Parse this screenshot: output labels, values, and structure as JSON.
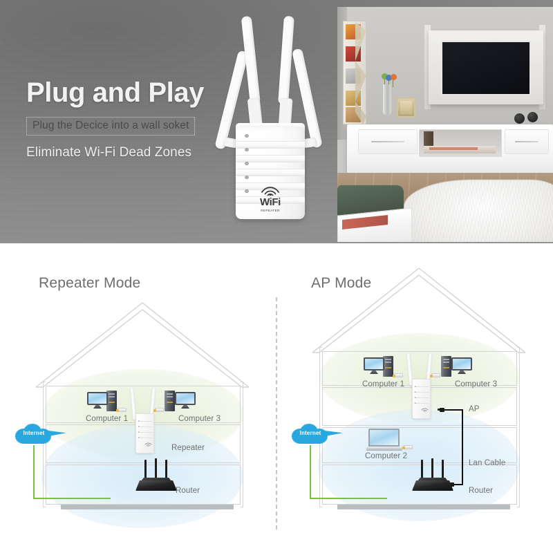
{
  "banner": {
    "headline": "Plug and Play",
    "subtitle": "Plug the Decice into a wall soket",
    "tagline": "Eliminate Wi-Fi Dead Zones",
    "bg_color": "#7a7a7a",
    "headline_color": "#f2f2f2",
    "subtitle_color": "#4a4a4a"
  },
  "device": {
    "brand_line_1": "WiFi",
    "brand_line_2": "REPEATER",
    "antenna_count": 4,
    "led_count": 5,
    "body_color": "#ffffff"
  },
  "photo": {
    "scene_name": "living-room-photo",
    "items": [
      "wall-mounted-tv",
      "white-tv-console",
      "shag-rug",
      "green-sofa",
      "flower-vase",
      "picture-frame",
      "headphones",
      "magazine-shelf"
    ]
  },
  "diagrams": [
    {
      "id": "repeater-mode",
      "title": "Repeater Mode",
      "internet_label": "Internet",
      "devices": [
        {
          "name": "computer-1",
          "label": "Computer 1",
          "type": "desktop"
        },
        {
          "name": "computer-3",
          "label": "Computer 3",
          "type": "desktop"
        },
        {
          "name": "repeater",
          "label": "Repeater",
          "type": "repeater"
        },
        {
          "name": "router",
          "label": "Router",
          "type": "router"
        }
      ],
      "zones": [
        {
          "name": "repeater-coverage",
          "color": "#dee9cb"
        },
        {
          "name": "router-coverage",
          "color": "#cde7f6"
        }
      ]
    },
    {
      "id": "ap-mode",
      "title": "AP Mode",
      "internet_label": "Internet",
      "devices": [
        {
          "name": "computer-1",
          "label": "Computer 1",
          "type": "desktop"
        },
        {
          "name": "computer-3",
          "label": "Computer 3",
          "type": "desktop"
        },
        {
          "name": "access-point",
          "label": "AP",
          "type": "repeater"
        },
        {
          "name": "computer-2",
          "label": "Computer 2",
          "type": "laptop"
        },
        {
          "name": "lan-cable",
          "label": "Lan Cable",
          "type": "cable"
        },
        {
          "name": "router",
          "label": "Router",
          "type": "router"
        }
      ],
      "zones": [
        {
          "name": "ap-coverage",
          "color": "#dee9cb"
        },
        {
          "name": "router-coverage",
          "color": "#cde7f6"
        }
      ]
    }
  ],
  "colors": {
    "cloud": "#29a8e0",
    "wan_wire": "#7cc142",
    "lan_wire": "#111111",
    "ground": "#b8bdc0",
    "house_outline": "#d3d3d3",
    "label_text": "#6f6f6f",
    "title_text": "#6e6e6e"
  }
}
